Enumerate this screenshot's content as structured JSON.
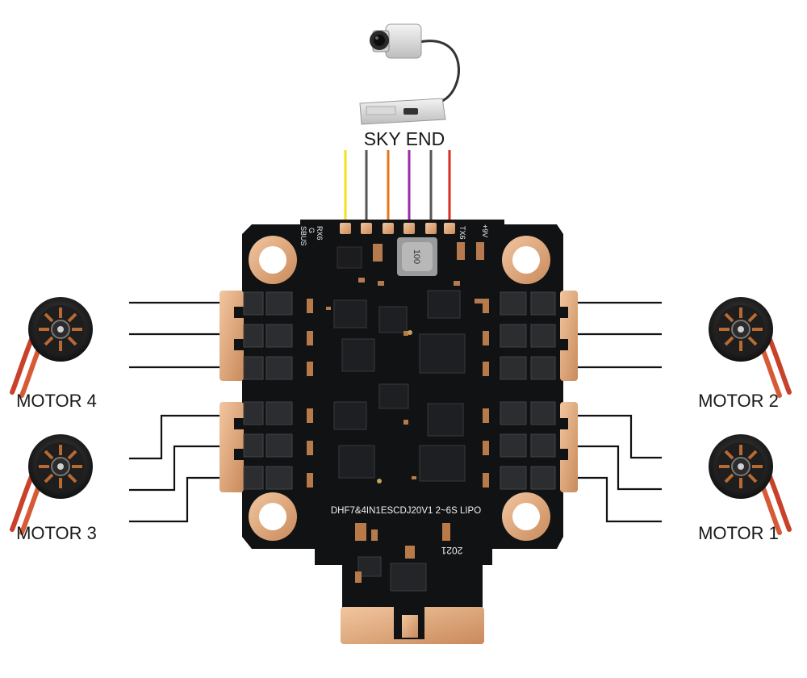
{
  "diagram": {
    "sky_end_label": "SKY END",
    "motors": [
      {
        "id": "motor-4",
        "label": "MOTOR 4"
      },
      {
        "id": "motor-3",
        "label": "MOTOR 3"
      },
      {
        "id": "motor-2",
        "label": "MOTOR 2"
      },
      {
        "id": "motor-1",
        "label": "MOTOR 1"
      }
    ],
    "board_text": "DHF7&4IN1ESCDJ20V1 2~6S LIPO",
    "pad_labels": [
      "RX6",
      "G",
      "SBUS",
      "TX6",
      "+9V"
    ],
    "inductor_text": "100",
    "year_text": "2021",
    "wire_colors": [
      "#f2e21a",
      "#555555",
      "#e8751a",
      "#9b2aa8",
      "#555555",
      "#d62d20"
    ],
    "motor_lead_color": "#111111"
  }
}
